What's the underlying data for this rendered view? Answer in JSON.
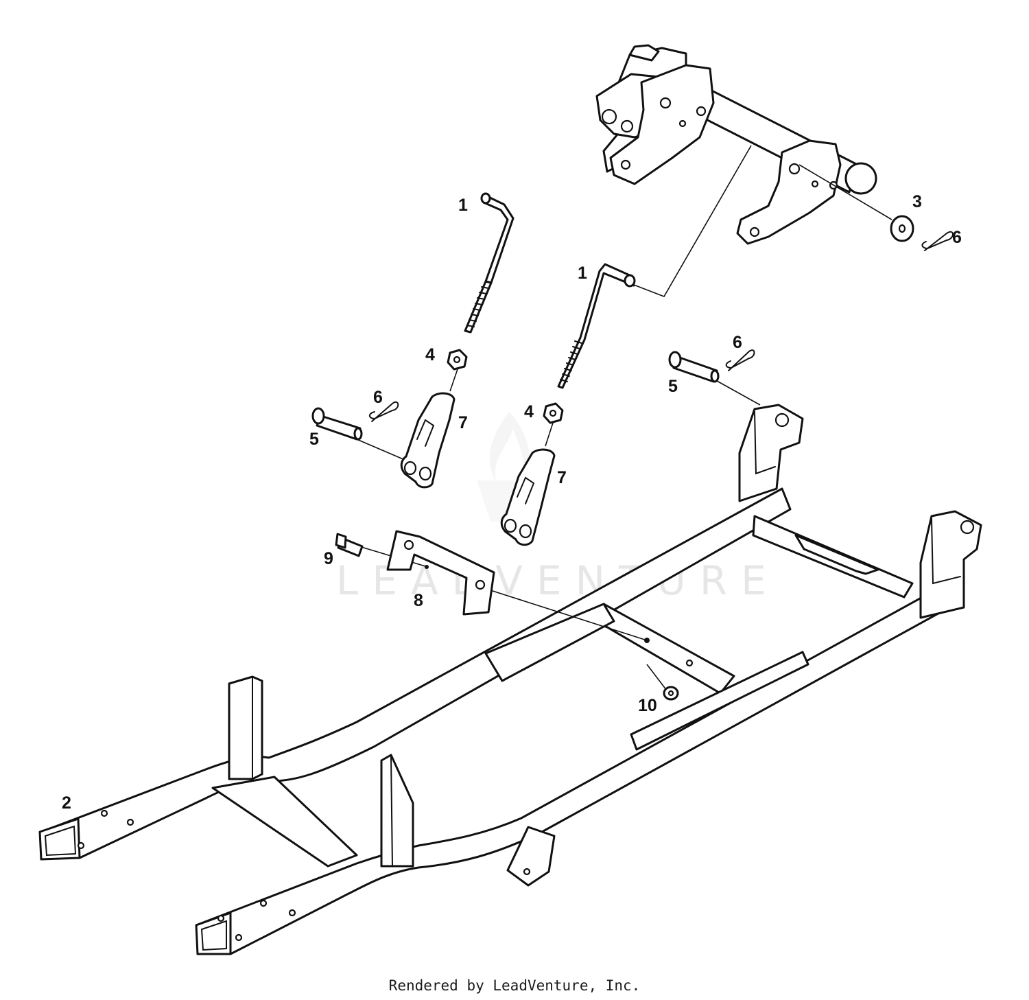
{
  "diagram": {
    "watermark": "LEADVENTURE",
    "callouts": [
      {
        "id": "c1a",
        "text": "1"
      },
      {
        "id": "c1b",
        "text": "1"
      },
      {
        "id": "c2",
        "text": "2"
      },
      {
        "id": "c3",
        "text": "3"
      },
      {
        "id": "c4a",
        "text": "4"
      },
      {
        "id": "c4b",
        "text": "4"
      },
      {
        "id": "c5a",
        "text": "5"
      },
      {
        "id": "c5b",
        "text": "5"
      },
      {
        "id": "c6a",
        "text": "6"
      },
      {
        "id": "c6b",
        "text": "6"
      },
      {
        "id": "c6c",
        "text": "6"
      },
      {
        "id": "c7a",
        "text": "7"
      },
      {
        "id": "c7b",
        "text": "7"
      },
      {
        "id": "c8",
        "text": "8"
      },
      {
        "id": "c9",
        "text": "9"
      },
      {
        "id": "c10",
        "text": "10"
      }
    ]
  },
  "footer": {
    "text": "Rendered by LeadVenture, Inc."
  }
}
